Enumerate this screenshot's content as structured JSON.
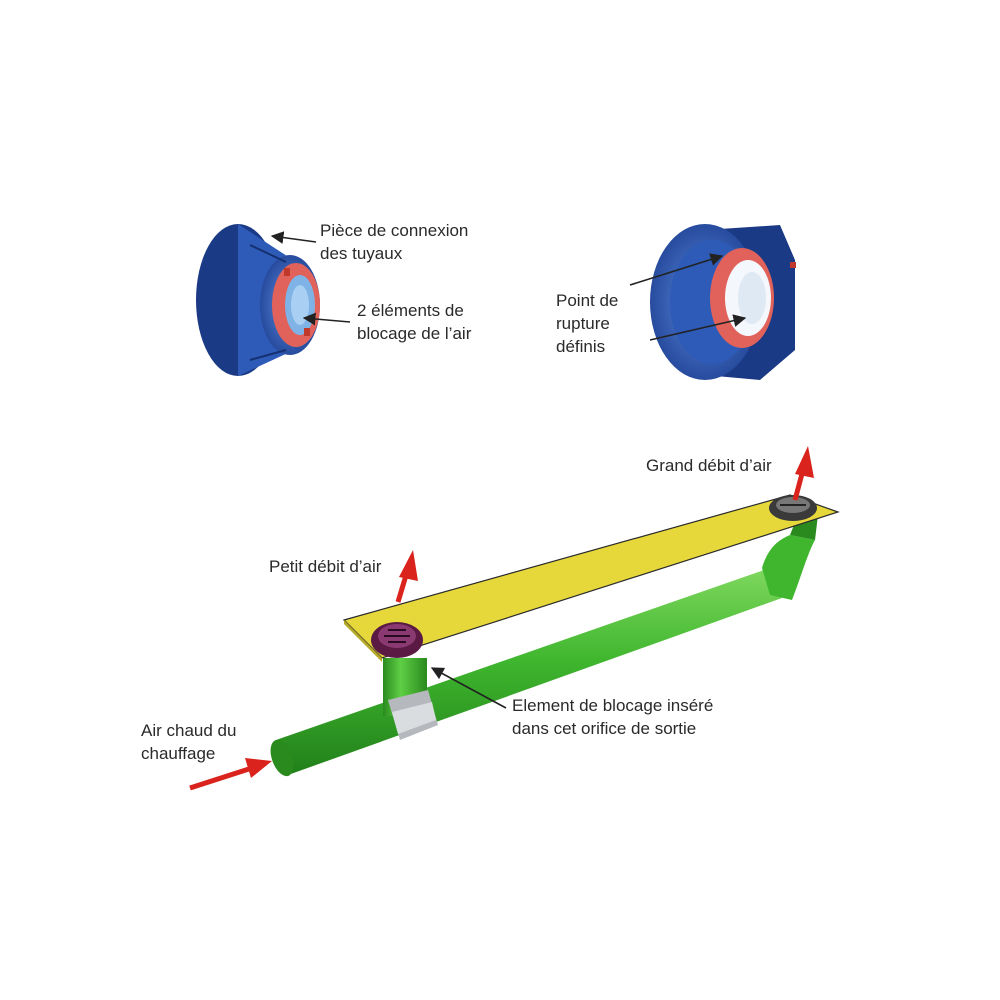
{
  "labels": {
    "connector_piece": [
      "Pièce de connexion",
      "des tuyaux"
    ],
    "blocking_elements": [
      "2 éléments de",
      "blocage de l’air"
    ],
    "rupture_point": [
      "Point de",
      "rupture",
      "définis"
    ],
    "high_airflow": "Grand débit d’air",
    "low_airflow": "Petit débit d’air",
    "inserted_element": [
      "Element de blocage inséré",
      "dans cet orifice de sortie"
    ],
    "heating_air": [
      "Air chaud du",
      "chauffage"
    ]
  },
  "colors": {
    "connector_blue": "#2e5bb8",
    "connector_dark": "#1b3a86",
    "blocking_red": "#e0625a",
    "pipe_green": "#3fb62e",
    "pipe_dark": "#2a8a1e",
    "plate_yellow": "#e6d83a",
    "arrow_red": "#d9231c",
    "text": "#2a2a2a"
  }
}
